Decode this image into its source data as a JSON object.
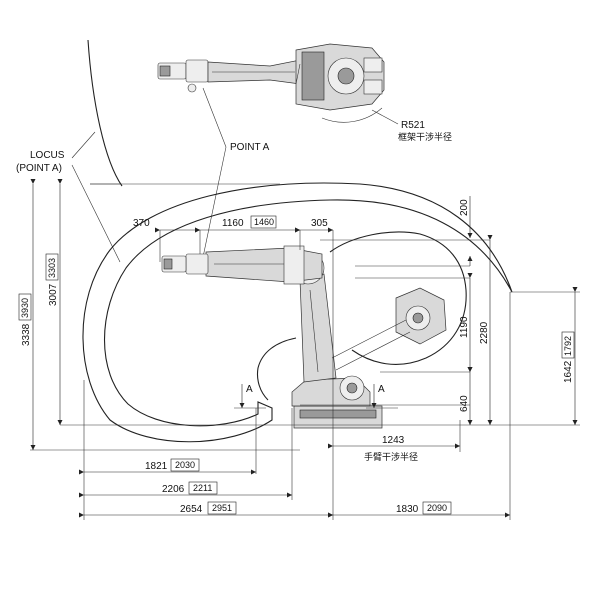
{
  "labels": {
    "locus": "LOCUS",
    "locus_sub": "(POINT A)",
    "point_a": "POINT A",
    "r521": "R521",
    "frame_radius": "框架干涉半径",
    "arm_radius": "手臂干涉半径",
    "section_a_left": "A",
    "section_a_right": "A"
  },
  "dimensions": {
    "top_370": "370",
    "top_1160": "1160",
    "top_1160_box": "1460",
    "top_305": "305",
    "right_200": "200",
    "right_1190": "1190",
    "right_2280": "2280",
    "right_640": "640",
    "right_1642": "1642",
    "right_1642_box": "1792",
    "left_3338": "3338",
    "left_3338_box": "3930",
    "left_3007": "3007",
    "left_3007_box": "3303",
    "bottom_1243": "1243",
    "bottom_1821": "1821",
    "bottom_1821_box": "2030",
    "bottom_2206": "2206",
    "bottom_2206_box": "2211",
    "bottom_2654": "2654",
    "bottom_2654_box": "2951",
    "bottom_1830": "1830",
    "bottom_1830_box": "2090"
  }
}
